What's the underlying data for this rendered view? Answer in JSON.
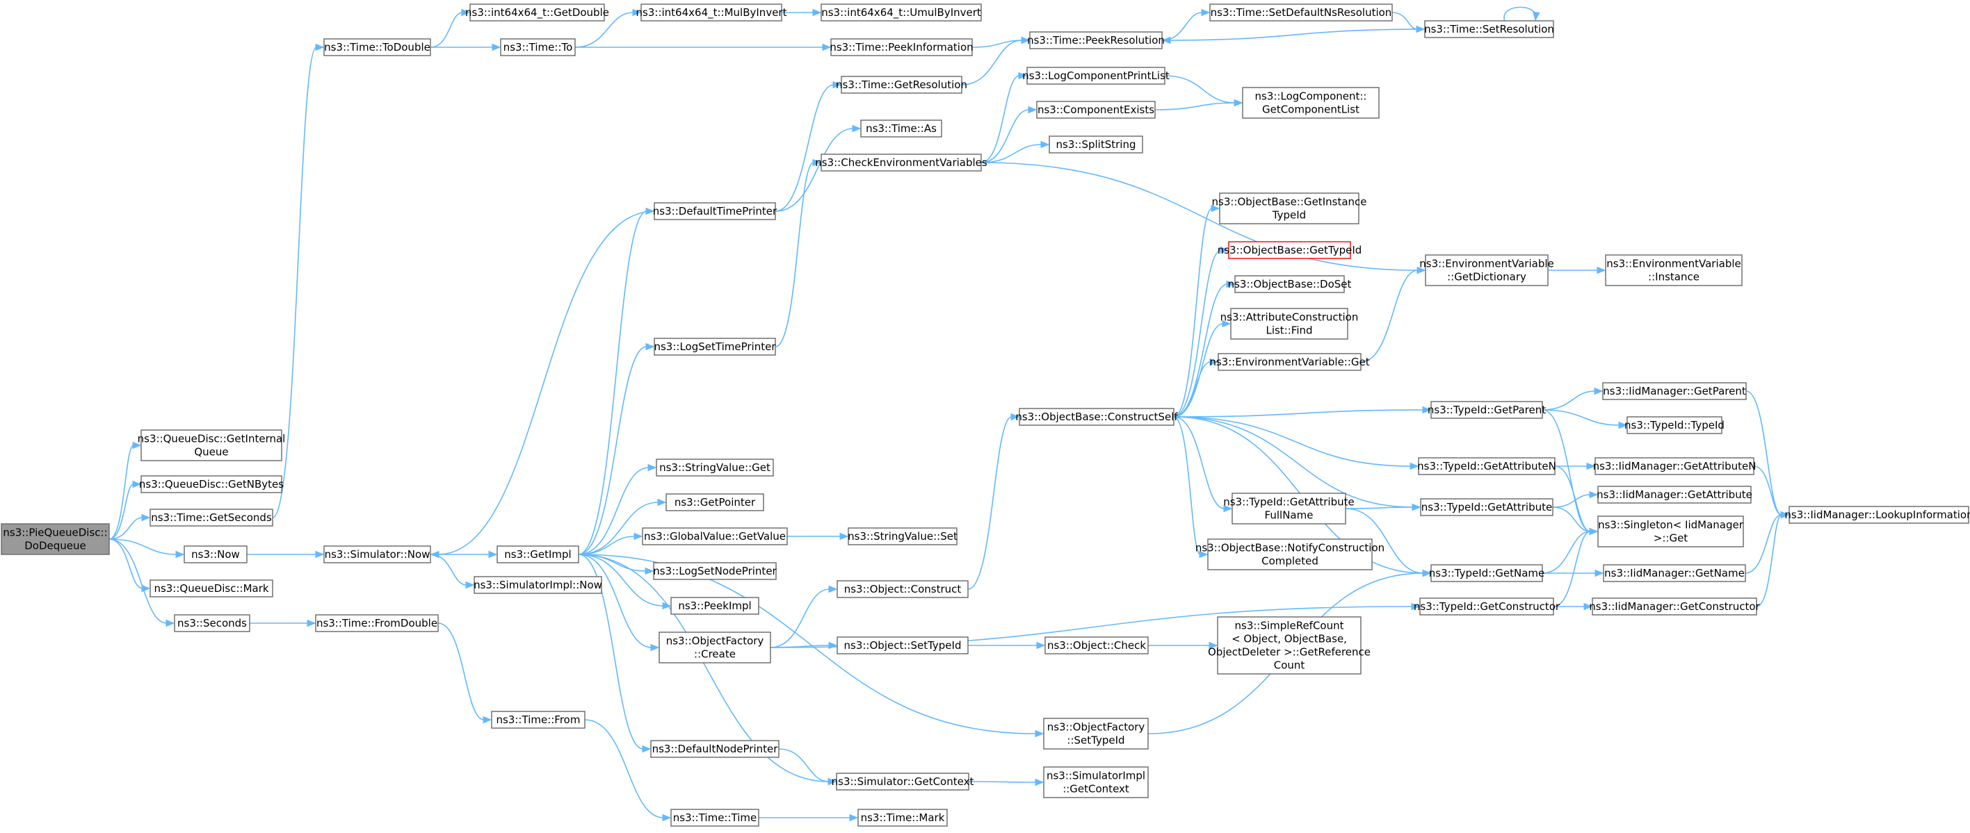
{
  "graph": {
    "edge_color": "#63b8ff",
    "root_fill": "#999999",
    "highlight_border": "#ff0000",
    "nodes": [
      {
        "id": "root",
        "lines": [
          "ns3::PieQueueDisc::",
          "DoDequeue"
        ],
        "root": true
      },
      {
        "id": "gint",
        "lines": [
          "ns3::QueueDisc::GetInternal",
          "Queue"
        ]
      },
      {
        "id": "gnb",
        "lines": [
          "ns3::QueueDisc::GetNBytes"
        ]
      },
      {
        "id": "tgs",
        "lines": [
          "ns3::Time::GetSeconds"
        ]
      },
      {
        "id": "now",
        "lines": [
          "ns3::Now"
        ]
      },
      {
        "id": "mark",
        "lines": [
          "ns3::QueueDisc::Mark"
        ]
      },
      {
        "id": "sec",
        "lines": [
          "ns3::Seconds"
        ]
      },
      {
        "id": "ttd",
        "lines": [
          "ns3::Time::ToDouble"
        ]
      },
      {
        "id": "snow",
        "lines": [
          "ns3::Simulator::Now"
        ]
      },
      {
        "id": "tfd",
        "lines": [
          "ns3::Time::FromDouble"
        ]
      },
      {
        "id": "i64gd",
        "lines": [
          "ns3::int64x64_t::GetDouble"
        ]
      },
      {
        "id": "tto",
        "lines": [
          "ns3::Time::To"
        ]
      },
      {
        "id": "getimpl",
        "lines": [
          "ns3::GetImpl"
        ]
      },
      {
        "id": "simplnow",
        "lines": [
          "ns3::SimulatorImpl::Now"
        ]
      },
      {
        "id": "tfrom",
        "lines": [
          "ns3::Time::From"
        ]
      },
      {
        "id": "mbi",
        "lines": [
          "ns3::int64x64_t::MulByInvert"
        ]
      },
      {
        "id": "umbi",
        "lines": [
          "ns3::int64x64_t::UmulByInvert"
        ]
      },
      {
        "id": "tpi",
        "lines": [
          "ns3::Time::PeekInformation"
        ]
      },
      {
        "id": "tgr",
        "lines": [
          "ns3::Time::GetResolution"
        ]
      },
      {
        "id": "tas",
        "lines": [
          "ns3::Time::As"
        ]
      },
      {
        "id": "cev",
        "lines": [
          "ns3::CheckEnvironmentVariables"
        ]
      },
      {
        "id": "dtp",
        "lines": [
          "ns3::DefaultTimePrinter"
        ]
      },
      {
        "id": "lstp",
        "lines": [
          "ns3::LogSetTimePrinter"
        ]
      },
      {
        "id": "svget",
        "lines": [
          "ns3::StringValue::Get"
        ]
      },
      {
        "id": "gptr",
        "lines": [
          "ns3::GetPointer"
        ]
      },
      {
        "id": "gvgv",
        "lines": [
          "ns3::GlobalValue::GetValue"
        ]
      },
      {
        "id": "lsnp",
        "lines": [
          "ns3::LogSetNodePrinter"
        ]
      },
      {
        "id": "peek",
        "lines": [
          "ns3::PeekImpl"
        ]
      },
      {
        "id": "ofc",
        "lines": [
          "ns3::ObjectFactory",
          "::Create"
        ]
      },
      {
        "id": "dnp",
        "lines": [
          "ns3::DefaultNodePrinter"
        ]
      },
      {
        "id": "ttime",
        "lines": [
          "ns3::Time::Time"
        ]
      },
      {
        "id": "tpr",
        "lines": [
          "ns3::Time::PeekResolution"
        ]
      },
      {
        "id": "lcpl",
        "lines": [
          "ns3::LogComponentPrintList"
        ]
      },
      {
        "id": "cex",
        "lines": [
          "ns3::ComponentExists"
        ]
      },
      {
        "id": "split",
        "lines": [
          "ns3::SplitString"
        ]
      },
      {
        "id": "svset",
        "lines": [
          "ns3::StringValue::Set"
        ]
      },
      {
        "id": "oconstruct",
        "lines": [
          "ns3::Object::Construct"
        ]
      },
      {
        "id": "osti",
        "lines": [
          "ns3::Object::SetTypeId"
        ]
      },
      {
        "id": "ofsti",
        "lines": [
          "ns3::ObjectFactory",
          "::SetTypeId"
        ]
      },
      {
        "id": "sgc",
        "lines": [
          "ns3::Simulator::GetContext"
        ]
      },
      {
        "id": "tmark",
        "lines": [
          "ns3::Time::Mark"
        ]
      },
      {
        "id": "tsdnr",
        "lines": [
          "ns3::Time::SetDefaultNsResolution"
        ]
      },
      {
        "id": "tsr",
        "lines": [
          "ns3::Time::SetResolution"
        ]
      },
      {
        "id": "obcs",
        "lines": [
          "ns3::ObjectBase::ConstructSelf"
        ]
      },
      {
        "id": "ocheck",
        "lines": [
          "ns3::Object::Check"
        ]
      },
      {
        "id": "simplgc",
        "lines": [
          "ns3::SimulatorImpl",
          "::GetContext"
        ]
      },
      {
        "id": "lcgcl",
        "lines": [
          "ns3::LogComponent::",
          "GetComponentList"
        ]
      },
      {
        "id": "obgit",
        "lines": [
          "ns3::ObjectBase::GetInstance",
          "TypeId"
        ]
      },
      {
        "id": "obgti",
        "lines": [
          "ns3::ObjectBase::GetTypeId"
        ],
        "highlight": true
      },
      {
        "id": "obds",
        "lines": [
          "ns3::ObjectBase::DoSet"
        ]
      },
      {
        "id": "aclf",
        "lines": [
          "ns3::AttributeConstruction",
          "List::Find"
        ]
      },
      {
        "id": "evget",
        "lines": [
          "ns3::EnvironmentVariable::Get"
        ]
      },
      {
        "id": "tigafn",
        "lines": [
          "ns3::TypeId::GetAttribute",
          "FullName"
        ]
      },
      {
        "id": "obncc",
        "lines": [
          "ns3::ObjectBase::NotifyConstruction",
          "Completed"
        ]
      },
      {
        "id": "srcgrc",
        "lines": [
          "ns3::SimpleRefCount",
          "< Object, ObjectBase,",
          " ObjectDeleter >::GetReference",
          "Count"
        ]
      },
      {
        "id": "evgd",
        "lines": [
          "ns3::EnvironmentVariable",
          "::GetDictionary"
        ]
      },
      {
        "id": "tigp",
        "lines": [
          "ns3::TypeId::GetParent"
        ]
      },
      {
        "id": "tigan",
        "lines": [
          "ns3::TypeId::GetAttributeN"
        ]
      },
      {
        "id": "tiga",
        "lines": [
          "ns3::TypeId::GetAttribute"
        ]
      },
      {
        "id": "tign",
        "lines": [
          "ns3::TypeId::GetName"
        ]
      },
      {
        "id": "tigc",
        "lines": [
          "ns3::TypeId::GetConstructor"
        ]
      },
      {
        "id": "evi",
        "lines": [
          "ns3::EnvironmentVariable",
          "::Instance"
        ]
      },
      {
        "id": "imgp",
        "lines": [
          "ns3::IidManager::GetParent"
        ]
      },
      {
        "id": "titi",
        "lines": [
          "ns3::TypeId::TypeId"
        ]
      },
      {
        "id": "imgan",
        "lines": [
          "ns3::IidManager::GetAttributeN"
        ]
      },
      {
        "id": "imga",
        "lines": [
          "ns3::IidManager::GetAttribute"
        ]
      },
      {
        "id": "sing",
        "lines": [
          "ns3::Singleton< IidManager",
          " >::Get"
        ]
      },
      {
        "id": "imgn",
        "lines": [
          "ns3::IidManager::GetName"
        ]
      },
      {
        "id": "imgc",
        "lines": [
          "ns3::IidManager::GetConstructor"
        ]
      },
      {
        "id": "imli",
        "lines": [
          "ns3::IidManager::LookupInformation"
        ]
      }
    ]
  }
}
